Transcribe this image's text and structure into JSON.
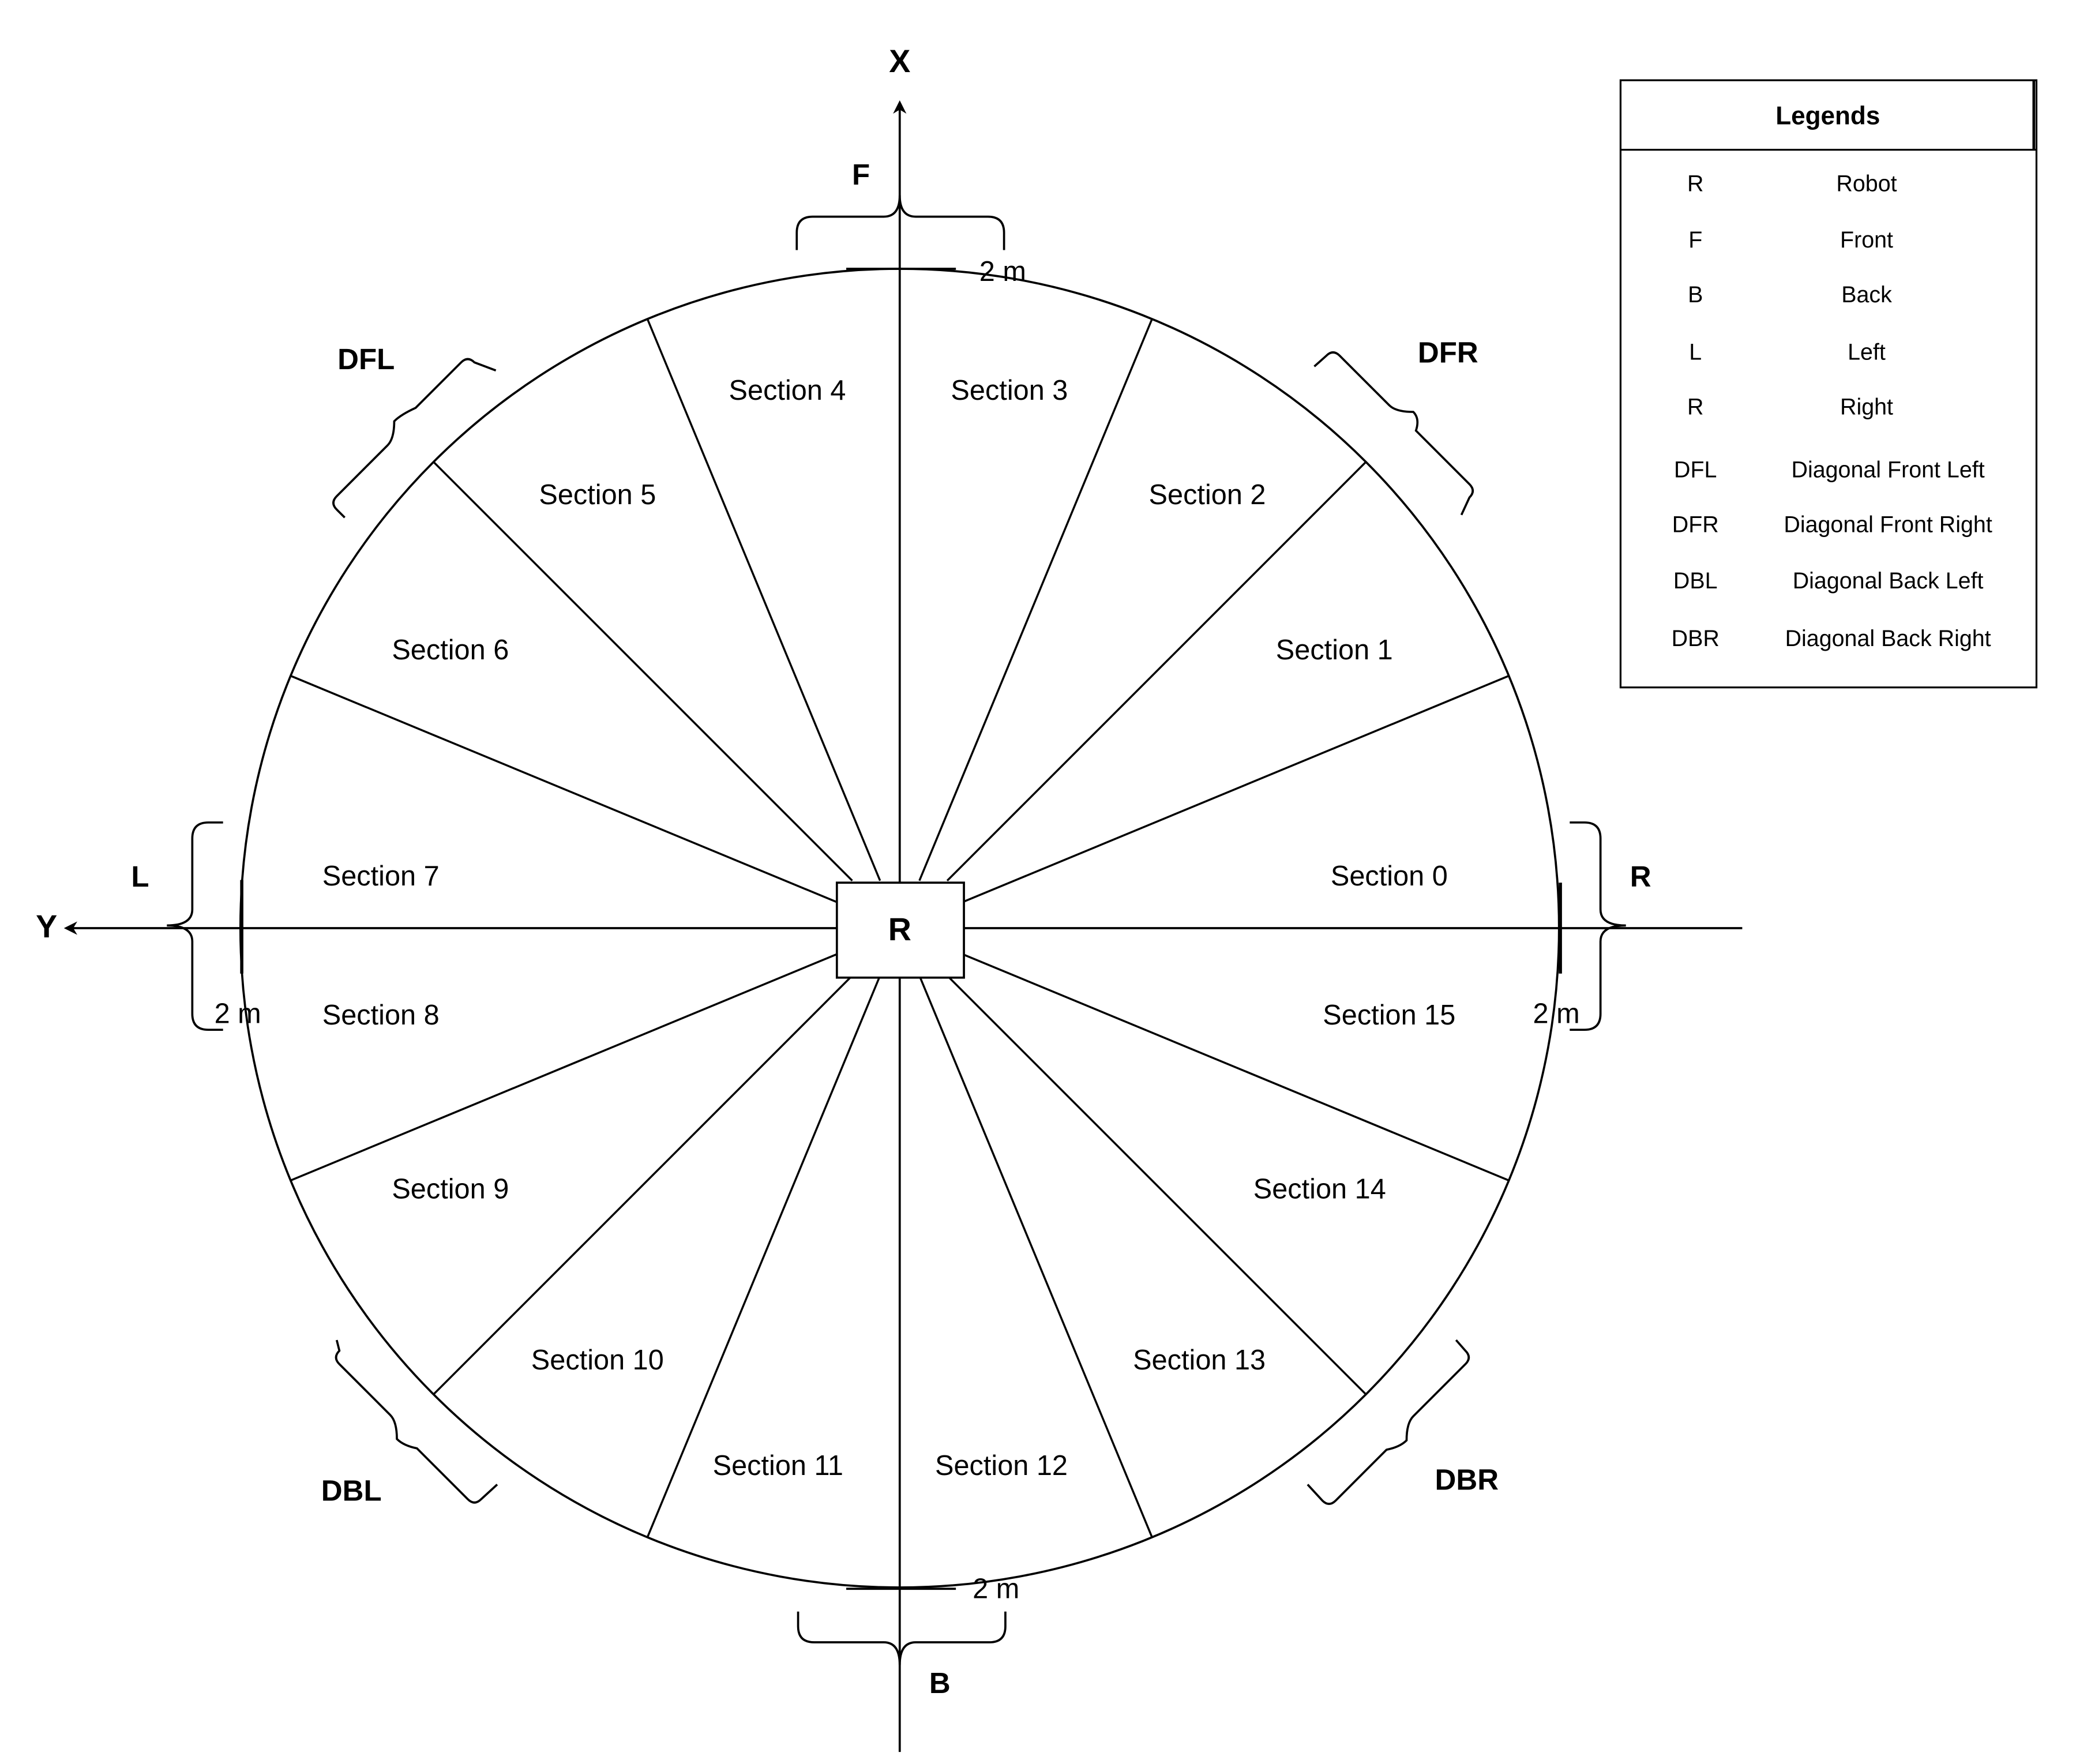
{
  "diagram": {
    "axes": {
      "x_label": "X",
      "y_label": "Y"
    },
    "robot_label": "R",
    "sections": [
      "Section 0",
      "Section 1",
      "Section 2",
      "Section 3",
      "Section 4",
      "Section 5",
      "Section 6",
      "Section 7",
      "Section 8",
      "Section 9",
      "Section 10",
      "Section 11",
      "Section 12",
      "Section 13",
      "Section 14",
      "Section 15"
    ],
    "zones": {
      "front": "F",
      "back": "B",
      "left": "L",
      "right": "R",
      "dfl": "DFL",
      "dfr": "DFR",
      "dbl": "DBL",
      "dbr": "DBR"
    },
    "measurements": {
      "top": "2 m",
      "bottom": "2 m",
      "left": "2 m",
      "right": "2 m"
    }
  },
  "legend": {
    "title": "Legends",
    "rows": [
      {
        "abbr": "R",
        "meaning": "Robot"
      },
      {
        "abbr": "F",
        "meaning": "Front"
      },
      {
        "abbr": "B",
        "meaning": "Back"
      },
      {
        "abbr": "L",
        "meaning": "Left"
      },
      {
        "abbr": "R",
        "meaning": "Right"
      },
      {
        "abbr": "DFL",
        "meaning": "Diagonal Front Left"
      },
      {
        "abbr": "DFR",
        "meaning": "Diagonal Front Right"
      },
      {
        "abbr": "DBL",
        "meaning": "Diagonal Back Left"
      },
      {
        "abbr": "DBR",
        "meaning": "Diagonal Back Right"
      }
    ]
  }
}
